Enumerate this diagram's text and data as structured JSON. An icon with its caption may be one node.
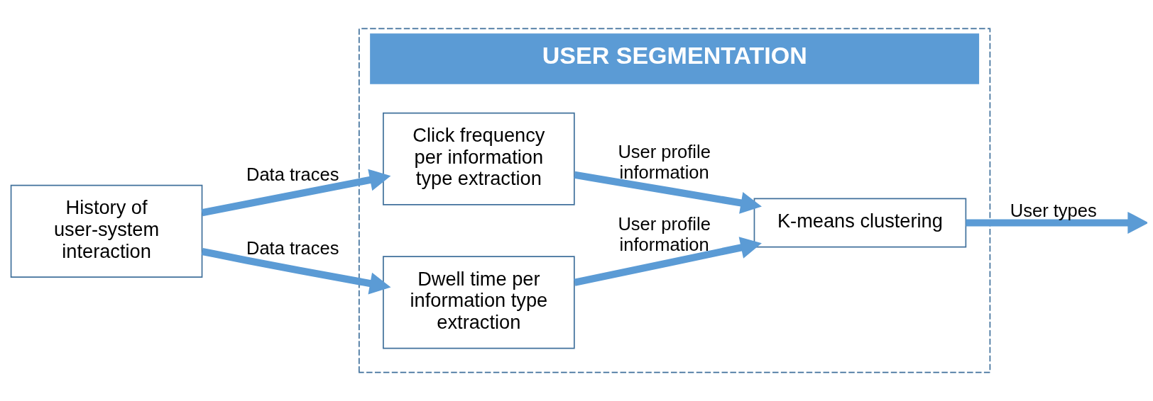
{
  "diagram": {
    "nodes": [
      {
        "text": [
          "USER SEGMENTATION"
        ]
      },
      {
        "text": [
          "History of user-system interaction"
        ]
      },
      {
        "text": [
          "Click frequency per information type extraction"
        ],
        "in": 0
      },
      {
        "text": [
          "Dwell time per information type extraction"
        ],
        "in": 0
      },
      {
        "text": [
          "K-means clustering"
        ],
        "in": 0
      }
    ],
    "edges": [
      {
        "from": 1,
        "to": 2,
        "arrow": "to",
        "label": "Data traces"
      },
      {
        "from": 1,
        "to": 3,
        "arrow": "to",
        "label": "Data traces"
      },
      {
        "from": 2,
        "to": 4,
        "arrow": "to",
        "label": "User profile information"
      },
      {
        "from": 3,
        "to": 4,
        "arrow": "to",
        "label": "User profile information"
      },
      {
        "from": 4,
        "to": null,
        "arrow": "to",
        "label": "User types"
      }
    ]
  }
}
